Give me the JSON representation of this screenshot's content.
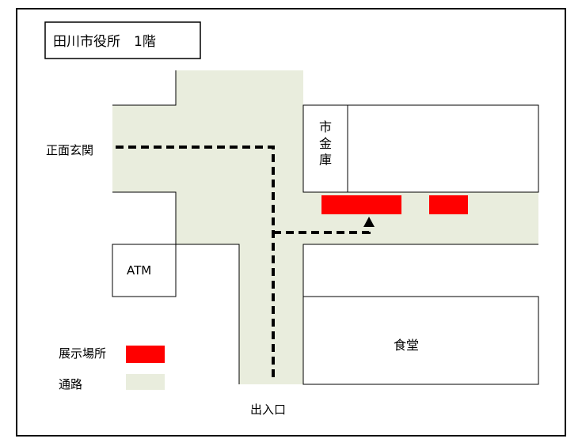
{
  "title": "田川市役所　1階",
  "labels": {
    "main_entrance": "正面玄関",
    "city_vault": "市金庫",
    "atm": "ATM",
    "cafeteria": "食堂",
    "exit_entrance": "出入口"
  },
  "legend": {
    "display_area": "展示場所",
    "passage": "通路"
  },
  "colors": {
    "display_area": "#ff0000",
    "passage": "#e9eddd",
    "frame": "#000000"
  }
}
